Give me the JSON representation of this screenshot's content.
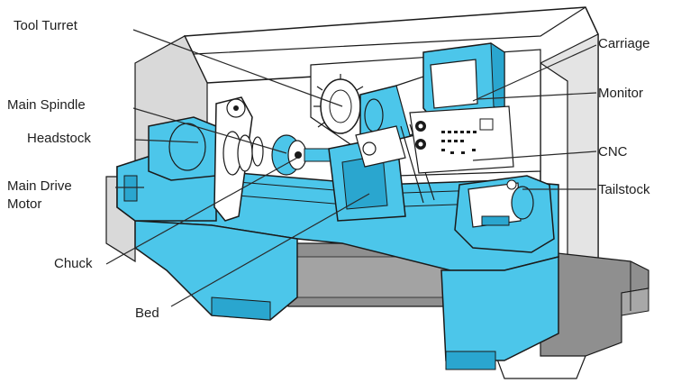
{
  "diagram": {
    "labels": {
      "tool_turret": "Tool Turret",
      "carriage": "Carriage",
      "main_spindle": "Main Spindle",
      "monitor": "Monitor",
      "headstock": "Headstock",
      "cnc": "CNC",
      "main_drive_motor_line1": "Main Drive",
      "main_drive_motor_line2": "Motor",
      "tailstock": "Tailstock",
      "chuck": "Chuck",
      "bed": "Bed"
    },
    "colors": {
      "machine_blue": "#4cc6ea",
      "machine_blue_dark": "#2aa6cf",
      "base_gray": "#8f8f8f",
      "shadow_gray": "#d9d9d9",
      "outline": "#1a1a1a",
      "label_text": "#1e1e1e"
    }
  }
}
